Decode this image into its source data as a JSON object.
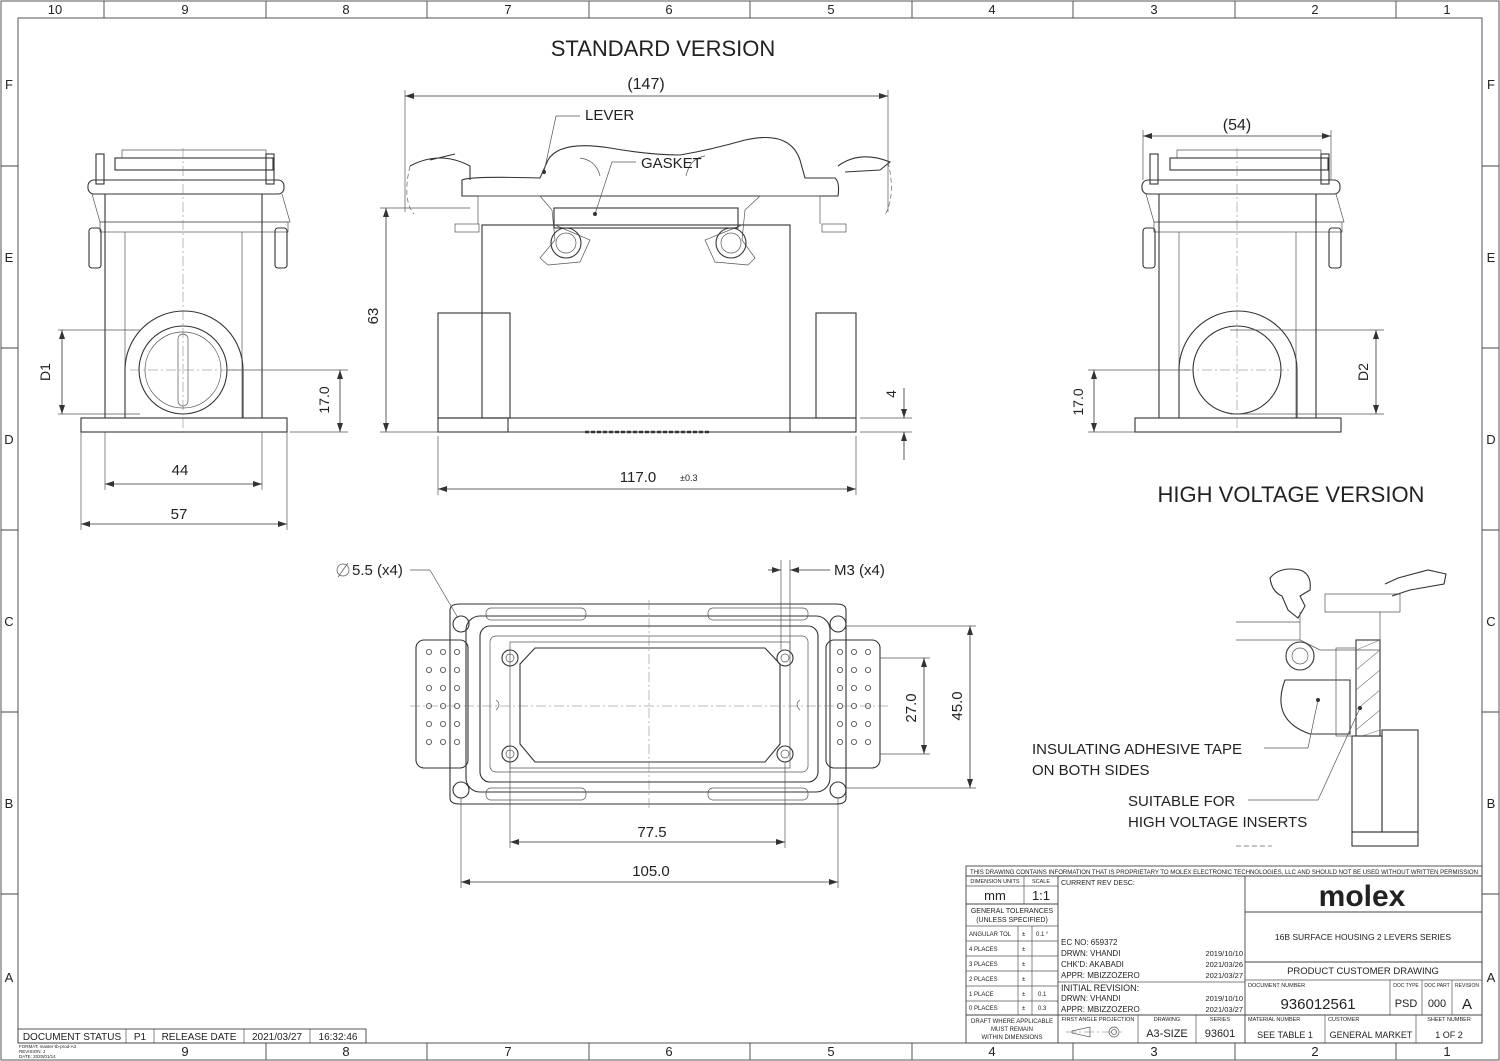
{
  "zones": {
    "top": [
      "10",
      "9",
      "8",
      "7",
      "6",
      "5",
      "4",
      "3",
      "2",
      "1"
    ],
    "bottom": [
      "9",
      "8",
      "7",
      "6",
      "5",
      "4",
      "3",
      "2",
      "1"
    ],
    "left": [
      "F",
      "E",
      "D",
      "C",
      "B",
      "A"
    ],
    "right": [
      "F",
      "E",
      "D",
      "C",
      "B",
      "A"
    ]
  },
  "titles": {
    "standard": "STANDARD VERSION",
    "high_voltage": "HIGH VOLTAGE VERSION"
  },
  "labels": {
    "lever": "LEVER",
    "gasket": "GASKET",
    "hole": "5.5 (x4)",
    "thread": "M3 (x4)",
    "tape_1": "INSULATING ADHESIVE TAPE",
    "tape_2": "ON BOTH SIDES",
    "insert_1": "SUITABLE FOR",
    "insert_2": "HIGH VOLTAGE INSERTS"
  },
  "dimensions": {
    "overall_length": "(147)",
    "height": "63",
    "d1": "D1",
    "d2": "D2",
    "h17_left": "17.0",
    "h17_right": "17.0",
    "base": "4",
    "w44": "44",
    "w57": "57",
    "len117": "117.0",
    "tol117": "±0.3",
    "width54": "(54)",
    "hole_pitch_v": "27.0",
    "overall_v": "45.0",
    "hole_pitch_h": "77.5",
    "overall_h": "105.0"
  },
  "title_block": {
    "notice": "THIS DRAWING CONTAINS INFORMATION THAT IS PROPRIETARY TO MOLEX ELECTRONIC TECHNOLOGIES, LLC AND SHOULD NOT BE USED WITHOUT WRITTEN PERMISSION",
    "dim_units_hdr": "DIMENSION UNITS",
    "scale_hdr": "SCALE",
    "units": "mm",
    "scale": "1:1",
    "gen_tol_1": "GENERAL TOLERANCES",
    "gen_tol_2": "(UNLESS SPECIFIED)",
    "angular_tol": "ANGULAR TOL",
    "angular_val": "0.1 °",
    "places4": "4 PLACES",
    "places3": "3 PLACES",
    "places2": "2 PLACES",
    "places1": "1 PLACE",
    "places1_val": "0.1",
    "places0": "0 PLACES",
    "places0_val": "0.3",
    "pm": "±",
    "draft_1": "DRAFT WHERE APPLICABLE",
    "draft_2": "MUST REMAIN",
    "draft_3": "WITHIN DIMENSIONS",
    "current_rev": "CURRENT REV DESC:",
    "ec_no": "EC NO:  659372",
    "drwn": "DRWN:  VHANDI",
    "drwn_date": "2019/10/10",
    "chkd": "CHK'D:  AKABADI",
    "chkd_date": "2021/03/26",
    "appr": "APPR:  MBIZZOZERO",
    "appr_date": "2021/03/27",
    "initial_rev": "INITIAL REVISION:",
    "drwn2": "DRWN:  VHANDI",
    "drwn2_date": "2019/10/10",
    "appr2": "APPR:  MBIZZOZERO",
    "appr2_date": "2021/03/27",
    "projection_hdr": "FIRST ANGLE PROJECTION",
    "drawing_hdr": "DRAWING",
    "drawing_size": "A3-SIZE",
    "series_hdr": "SERIES",
    "series": "93601",
    "logo": "molex",
    "product_title": "16B SURFACE HOUSING 2 LEVERS SERIES",
    "drawing_type": "PRODUCT CUSTOMER DRAWING",
    "doc_number_hdr": "DOCUMENT NUMBER",
    "doc_number": "936012561",
    "doc_type_hdr": "DOC TYPE",
    "doc_type": "PSD",
    "doc_part_hdr": "DOC PART",
    "doc_part": "000",
    "revision_hdr": "REVISION",
    "revision": "A",
    "material_hdr": "MATERIAL NUMBER",
    "material": "SEE TABLE 1",
    "customer_hdr": "CUSTOMER",
    "customer": "GENERAL MARKET",
    "sheet_hdr": "SHEET NUMBER",
    "sheet": "1 OF 2"
  },
  "status_bar": {
    "doc_status_label": "DOCUMENT STATUS",
    "doc_status": "P1",
    "release_label": "RELEASE DATE",
    "release_date": "2021/03/27",
    "release_time": "16:32:46"
  },
  "format_note": {
    "line1": "FORMAT: master-tb-prod-A3",
    "line2": "REVISION: J",
    "line3": "DATE: 2020/01/14"
  }
}
